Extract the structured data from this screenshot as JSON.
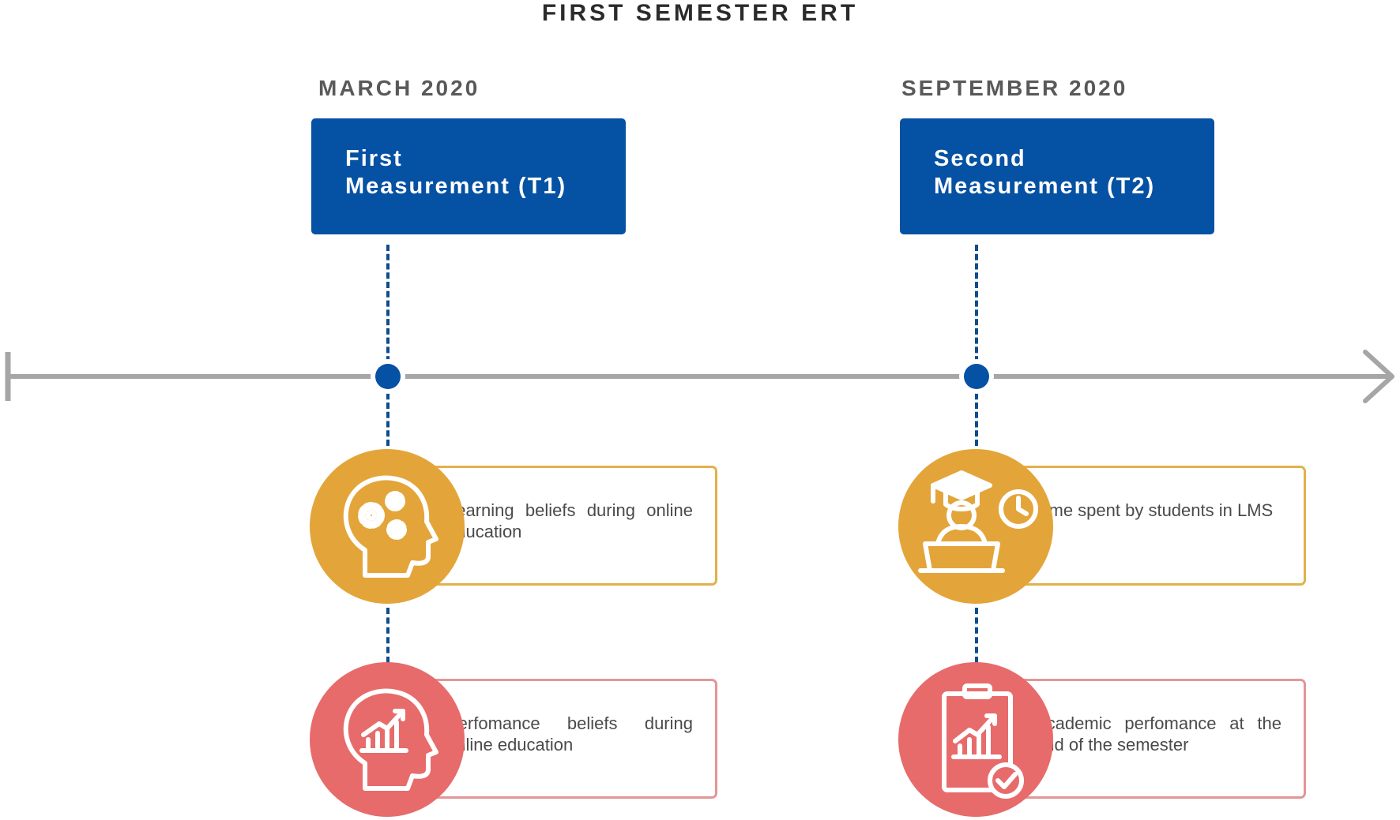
{
  "title": "FIRST SEMESTER ERT",
  "colors": {
    "box_blue": "#0551a3",
    "axis_gray": "#a6a6a6",
    "dot_blue": "#0551a3",
    "gold": "#e3a53a",
    "red": "#e76b6b"
  },
  "measurements": [
    {
      "date": "MARCH 2020",
      "label_line1": "First",
      "label_line2": "Measurement (T1)",
      "cards": [
        {
          "text": "Learning beliefs during online education",
          "icon": "head-gears-icon"
        },
        {
          "text": "Perfomance beliefs during online education",
          "icon": "head-growth-chart-icon"
        }
      ]
    },
    {
      "date": "SEPTEMBER 2020",
      "label_line1": "Second",
      "label_line2": "Measurement (T2)",
      "cards": [
        {
          "text": "Time spent by students in LMS",
          "icon": "student-laptop-clock-icon"
        },
        {
          "text": "Academic perfomance at the end of the semester",
          "icon": "clipboard-chart-check-icon"
        }
      ]
    }
  ]
}
